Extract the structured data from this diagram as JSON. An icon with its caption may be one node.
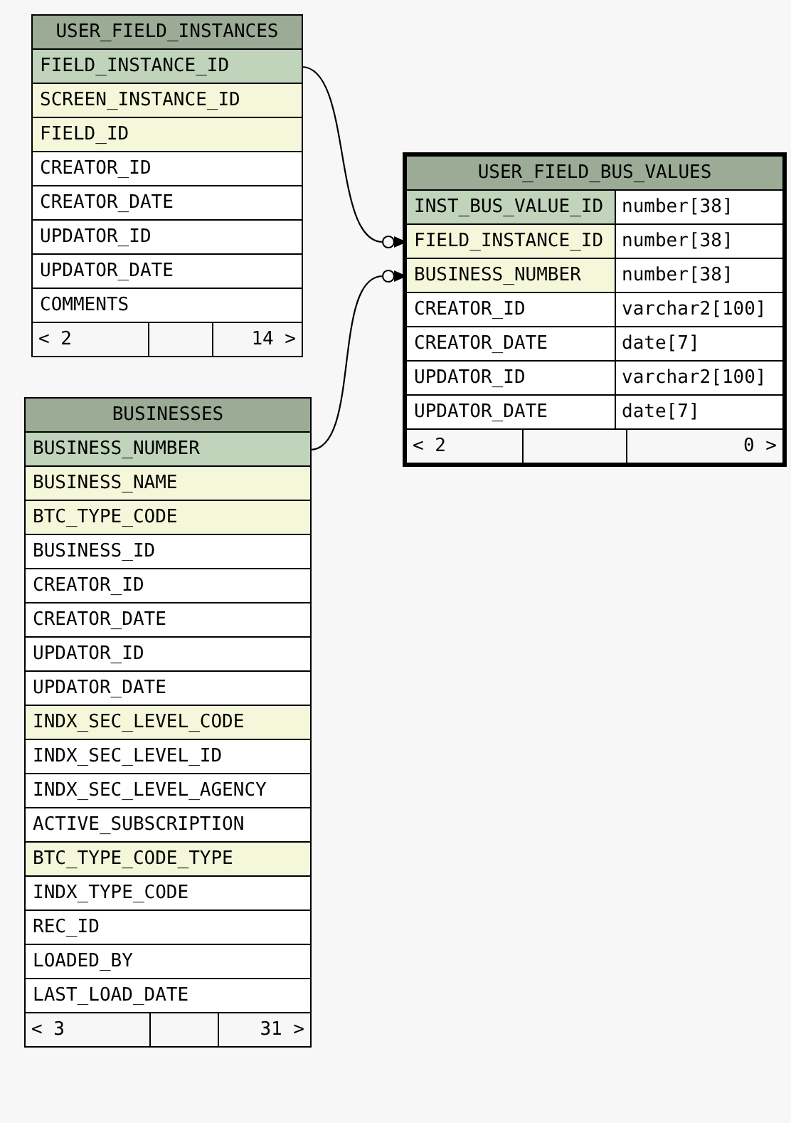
{
  "diagram": {
    "nodes": [
      {
        "text": [
          "USER_FIELD_INSTANCES",
          "< 2",
          "14 >"
        ]
      },
      {
        "text": [
          "FIELD_INSTANCE_ID"
        ],
        "in": 0
      },
      {
        "text": [
          "SCREEN_INSTANCE_ID"
        ],
        "in": 0
      },
      {
        "text": [
          "FIELD_ID"
        ],
        "in": 0
      },
      {
        "text": [
          "CREATOR_ID"
        ],
        "in": 0
      },
      {
        "text": [
          "CREATOR_DATE"
        ],
        "in": 0
      },
      {
        "text": [
          "UPDATOR_ID"
        ],
        "in": 0
      },
      {
        "text": [
          "UPDATOR_DATE"
        ],
        "in": 0
      },
      {
        "text": [
          "COMMENTS"
        ],
        "in": 0
      },
      {
        "text": [
          "USER_FIELD_BUS_VALUES",
          "< 2",
          "0 >"
        ]
      },
      {
        "text": [
          "INST_BUS_VALUE_ID",
          "number[38]"
        ],
        "in": 9
      },
      {
        "text": [
          "FIELD_INSTANCE_ID",
          "number[38]"
        ],
        "in": 9
      },
      {
        "text": [
          "BUSINESS_NUMBER",
          "number[38]"
        ],
        "in": 9
      },
      {
        "text": [
          "CREATOR_ID",
          "varchar2[100]"
        ],
        "in": 9
      },
      {
        "text": [
          "CREATOR_DATE",
          "date[7]"
        ],
        "in": 9
      },
      {
        "text": [
          "UPDATOR_ID",
          "varchar2[100]"
        ],
        "in": 9
      },
      {
        "text": [
          "UPDATOR_DATE",
          "date[7]"
        ],
        "in": 9
      },
      {
        "text": [
          "BUSINESSES",
          "< 3",
          "31 >"
        ]
      },
      {
        "text": [
          "BUSINESS_NUMBER"
        ],
        "in": 17
      },
      {
        "text": [
          "BUSINESS_NAME"
        ],
        "in": 17
      },
      {
        "text": [
          "BTC_TYPE_CODE"
        ],
        "in": 17
      },
      {
        "text": [
          "BUSINESS_ID"
        ],
        "in": 17
      },
      {
        "text": [
          "CREATOR_ID"
        ],
        "in": 17
      },
      {
        "text": [
          "CREATOR_DATE"
        ],
        "in": 17
      },
      {
        "text": [
          "UPDATOR_ID"
        ],
        "in": 17
      },
      {
        "text": [
          "UPDATOR_DATE"
        ],
        "in": 17
      },
      {
        "text": [
          "INDX_SEC_LEVEL_CODE"
        ],
        "in": 17
      },
      {
        "text": [
          "INDX_SEC_LEVEL_ID"
        ],
        "in": 17
      },
      {
        "text": [
          "INDX_SEC_LEVEL_AGENCY"
        ],
        "in": 17
      },
      {
        "text": [
          "ACTIVE_SUBSCRIPTION"
        ],
        "in": 17
      },
      {
        "text": [
          "BTC_TYPE_CODE_TYPE"
        ],
        "in": 17
      },
      {
        "text": [
          "INDX_TYPE_CODE"
        ],
        "in": 17
      },
      {
        "text": [
          "REC_ID"
        ],
        "in": 17
      },
      {
        "text": [
          "LOADED_BY"
        ],
        "in": 17
      },
      {
        "text": [
          "LAST_LOAD_DATE"
        ],
        "in": 17
      }
    ],
    "edges": [
      {
        "from": 1,
        "to": 11,
        "arrow": "to"
      },
      {
        "from": 18,
        "to": 12,
        "arrow": "to"
      }
    ]
  }
}
